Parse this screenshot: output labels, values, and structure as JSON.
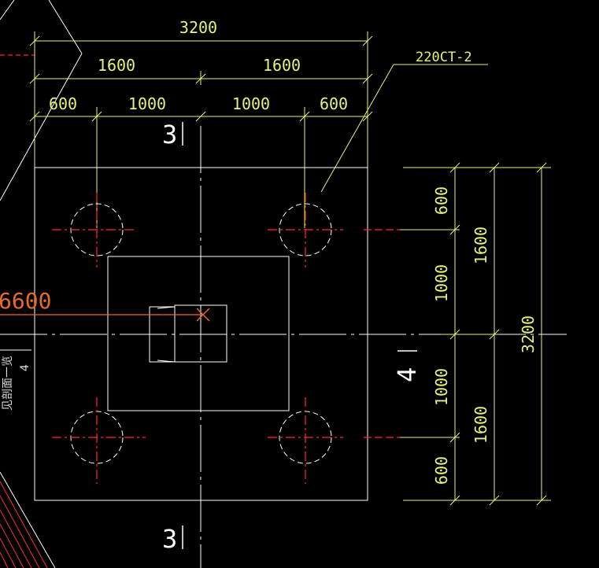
{
  "drawing": {
    "top_dims": {
      "overall": "3200",
      "halves": [
        "1600",
        "1600"
      ],
      "segments": [
        "600",
        "1000",
        "1000",
        "600"
      ]
    },
    "right_dims": {
      "overall": "3200",
      "halves": [
        "1600",
        "1600"
      ],
      "segments": [
        "600",
        "1000",
        "1000",
        "600"
      ]
    },
    "pile_label": "220CT-2",
    "axis_labels": {
      "top": "3",
      "bottom": "3",
      "right": "4"
    },
    "elevation_text": "6600",
    "left_note": "见剖面一览",
    "left_note_num": "4",
    "colors": {
      "dimension": "#e8f27a",
      "outline": "#ffffff",
      "axis": "#ffffff",
      "pile_center": "#ff2a2a",
      "leader_orange": "#e86a2a",
      "hatch_red": "#ff3030"
    }
  }
}
